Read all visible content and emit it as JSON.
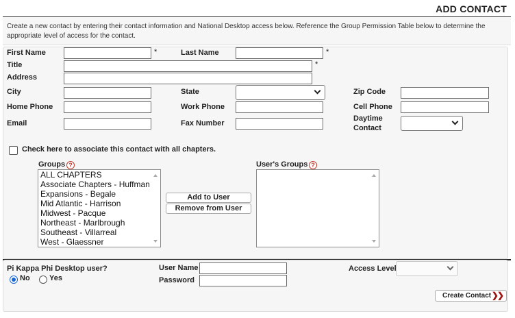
{
  "page_title": "ADD CONTACT",
  "intro_text": "Create a new contact by entering their contact information and National Desktop access below. Reference the Group Permission Table below to determine the appropriate level of access for the contact.",
  "required_marker": "*",
  "fields": {
    "first_name": {
      "label": "First Name",
      "value": ""
    },
    "last_name": {
      "label": "Last Name",
      "value": ""
    },
    "title": {
      "label": "Title",
      "value": ""
    },
    "address": {
      "label": "Address",
      "value": ""
    },
    "city": {
      "label": "City",
      "value": ""
    },
    "state": {
      "label": "State",
      "value": ""
    },
    "zip": {
      "label": "Zip Code",
      "value": ""
    },
    "home_phone": {
      "label": "Home Phone",
      "value": ""
    },
    "work_phone": {
      "label": "Work Phone",
      "value": ""
    },
    "cell_phone": {
      "label": "Cell Phone",
      "value": ""
    },
    "email": {
      "label": "Email",
      "value": ""
    },
    "fax": {
      "label": "Fax Number",
      "value": ""
    },
    "daytime_contact": {
      "label_line1": "Daytime",
      "label_line2": "Contact",
      "value": ""
    }
  },
  "all_chapters_checkbox_label": "Check here to associate this contact with all chapters.",
  "groups": {
    "label": "Groups",
    "help": "?",
    "items": [
      "ALL CHAPTERS",
      "Associate Chapters - Huffman",
      "Expansions - Begale",
      "Mid Atlantic - Harrison",
      "Midwest - Pacque",
      "Northeast - Marlbrough",
      "Southeast - Villarreal",
      "West - Glaessner"
    ]
  },
  "user_groups": {
    "label": "User's Groups",
    "help": "?",
    "items": []
  },
  "buttons": {
    "add_to_user": "Add to User",
    "remove_from_user": "Remove from User",
    "create_contact": "Create Contact",
    "create_contact_arrows": "❯❯"
  },
  "desktop_user": {
    "question": "Pi Kappa Phi Desktop user?",
    "options": [
      "No",
      "Yes"
    ],
    "selected": "No"
  },
  "credentials": {
    "username_label": "User Name",
    "username_value": "",
    "password_label": "Password",
    "password_value": ""
  },
  "access_level": {
    "label": "Access Level",
    "value": ""
  }
}
